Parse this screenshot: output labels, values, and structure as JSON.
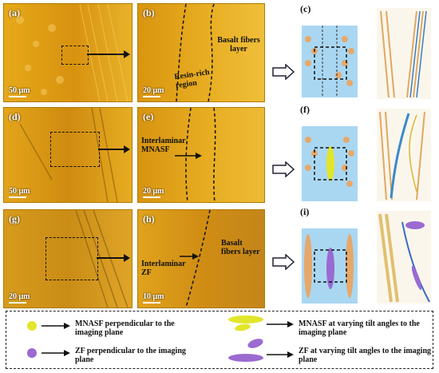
{
  "colors": {
    "yellow_green": "#e2e62a",
    "purple": "#9a6ad1",
    "fiber": "#e6a86a",
    "matrix": "#a9d7f2",
    "micro_bg": "#d99a12"
  },
  "panels": {
    "a": {
      "label": "(a)",
      "scale": "50 μm"
    },
    "b": {
      "label": "(b)",
      "scale": "20 μm",
      "text1": "Resin-rich region",
      "text2": "Basalt fibers layer"
    },
    "c": {
      "label": "(c)"
    },
    "d": {
      "label": "(d)",
      "scale": "50 μm"
    },
    "e": {
      "label": "(e)",
      "scale": "20 μm",
      "text1": "Interlaminar MNASF"
    },
    "f": {
      "label": "(f)"
    },
    "g": {
      "label": "(g)",
      "scale": "20 μm"
    },
    "h": {
      "label": "(h)",
      "scale": "10 μm",
      "text1": "Interlaminar ZF",
      "text2": "Basalt fibers layer"
    },
    "i": {
      "label": "(i)"
    }
  },
  "legend": {
    "item1": "MNASF perpendicular to the imaging plane",
    "item2": "ZF perpendicular to the imaging plane",
    "item3": "MNASF at varying tilt angles to the imaging plane",
    "item4": "ZF at varying tilt angles to the imaging plane"
  }
}
